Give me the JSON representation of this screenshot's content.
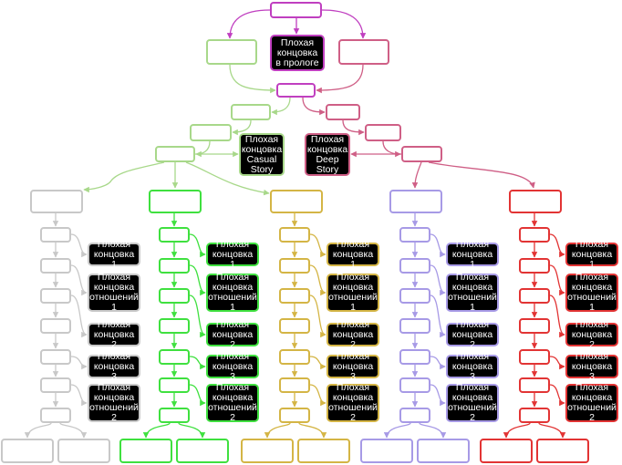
{
  "colors": {
    "purple": "#c03fc0",
    "lightgreen": "#a8d88a",
    "pink": "#cf5f86",
    "gray": "#c8c8c8",
    "green": "#3fe03f",
    "gold": "#d4b545",
    "violet": "#a79ae6",
    "red": "#e23434"
  },
  "top_endings": {
    "prologue": "Плохая концовка в прологе",
    "casual": "Плохая концовка Casual Story",
    "deep": "Плохая концовка Deep Story"
  },
  "column_endings": {
    "bad1": "Плохая концовка 1",
    "rel1": "Плохая концовка отношений 1",
    "bad2": "Плохая концовка 2",
    "bad3": "Плохая концовка 3",
    "rel2": "Плохая концовка отношений 2"
  }
}
